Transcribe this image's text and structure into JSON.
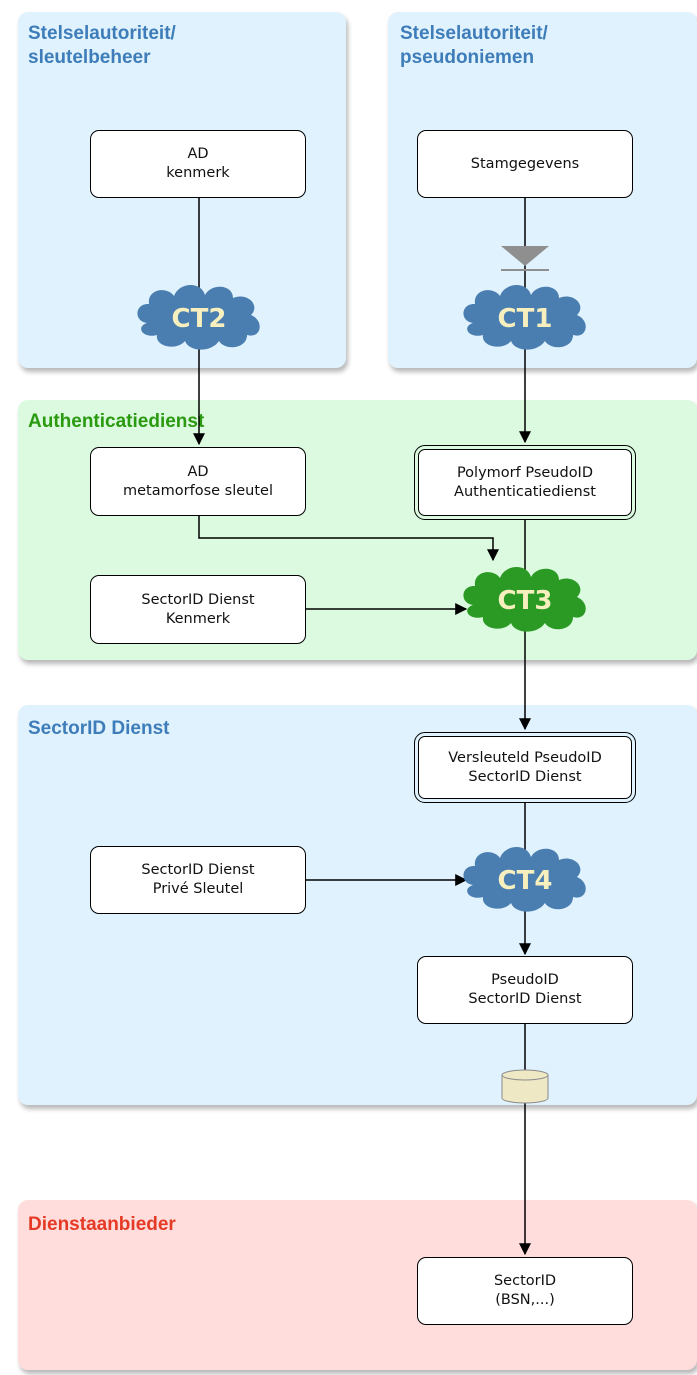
{
  "lanes": {
    "sleutelbeheer": {
      "title": "Stelselautoriteit/\nsleutelbeheer",
      "color": "#3e7db9"
    },
    "pseudoniemen": {
      "title": "Stelselautoriteit/\npseudoniemen",
      "color": "#3e7db9"
    },
    "authenticatiedienst": {
      "title": "Authenticatiedienst",
      "color": "#2a9a10"
    },
    "sectorid_dienst": {
      "title": "SectorID Dienst",
      "color": "#3e7db9"
    },
    "dienstaanbieder": {
      "title": "Dienstaanbieder",
      "color": "#e53a25"
    }
  },
  "boxes": {
    "ad_kenmerk": "AD\nkenmerk",
    "stamgegevens": "Stamgegevens",
    "ad_metamorfose_sleutel": "AD\nmetamorfose sleutel",
    "polymorf_pseudoid": "Polymorf PseudoID\nAuthenticatiedienst",
    "sectorid_dienst_kenmerk": "SectorID Dienst\nKenmerk",
    "versleuteld_pseudoid": "Versleuteld PseudoID\nSectorID Dienst",
    "sectorid_dienst_prive_sleutel": "SectorID Dienst\nPrivé Sleutel",
    "pseudoid_sectorid_dienst": "PseudoID\nSectorID Dienst",
    "sectorid_bsn": "SectorID\n(BSN,...)"
  },
  "clouds": {
    "ct2": {
      "label": "CT2",
      "color": "#4a7eb0"
    },
    "ct1": {
      "label": "CT1",
      "color": "#4a7eb0"
    },
    "ct3": {
      "label": "CT3",
      "color": "#2b9a25"
    },
    "ct4": {
      "label": "CT4",
      "color": "#4a7eb0"
    }
  },
  "icons": [
    "merge-triangle-icon",
    "database-cylinder-icon"
  ]
}
